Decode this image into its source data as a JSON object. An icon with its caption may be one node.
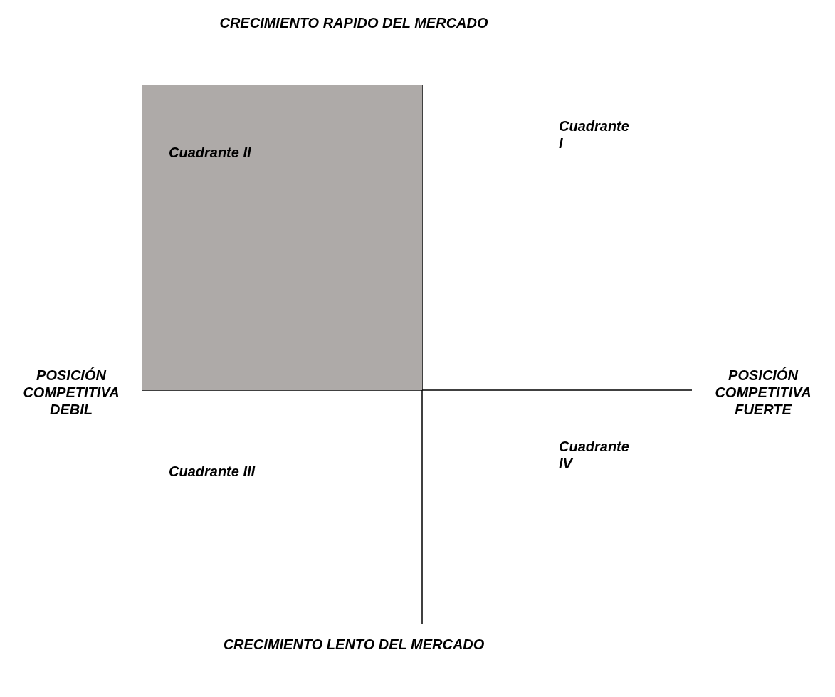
{
  "diagram": {
    "nodes": [
      {
        "text": [
          "Cuadrante II"
        ]
      }
    ],
    "edges": [],
    "labels": [
      "CRECIMIENTO RAPIDO DEL MERCADO",
      "Cuadrante I",
      "POSICIÓN COMPETITIVA DEBIL",
      "POSICIÓN COMPETITIVA FUERTE",
      "Cuadrante IV",
      "Cuadrante III",
      "CRECIMIENTO LENTO DEL MERCADO"
    ]
  }
}
